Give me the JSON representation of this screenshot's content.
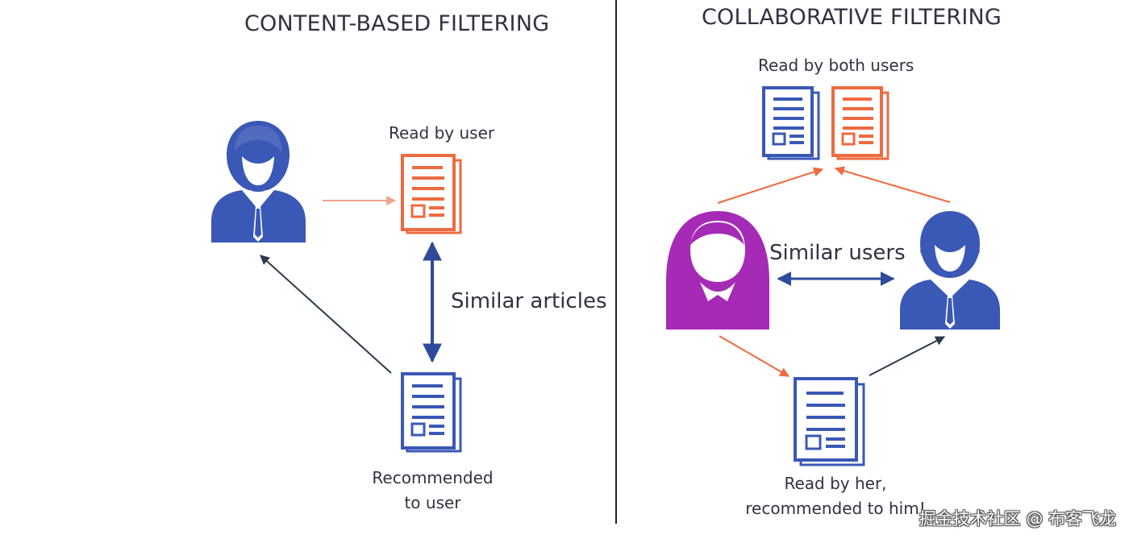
{
  "left_panel": {
    "title": "CONTENT-BASED FILTERING",
    "read_label": "Read by user",
    "similar_label": "Similar articles",
    "recommended_line1": "Recommended",
    "recommended_line2": "to user"
  },
  "right_panel": {
    "title": "COLLABORATIVE FILTERING",
    "read_both_label": "Read by both users",
    "similar_label": "Similar users",
    "read_her_line1": "Read by her,",
    "read_her_line2": "recommended to him!"
  },
  "watermark": "掘金技术社区 @ 布客飞龙",
  "colors": {
    "blue": "#3a58b6",
    "orange": "#ef6a3f",
    "purple": "#a52ab6",
    "dark_arrow": "#2c3a4a",
    "text": "#2f3340"
  }
}
